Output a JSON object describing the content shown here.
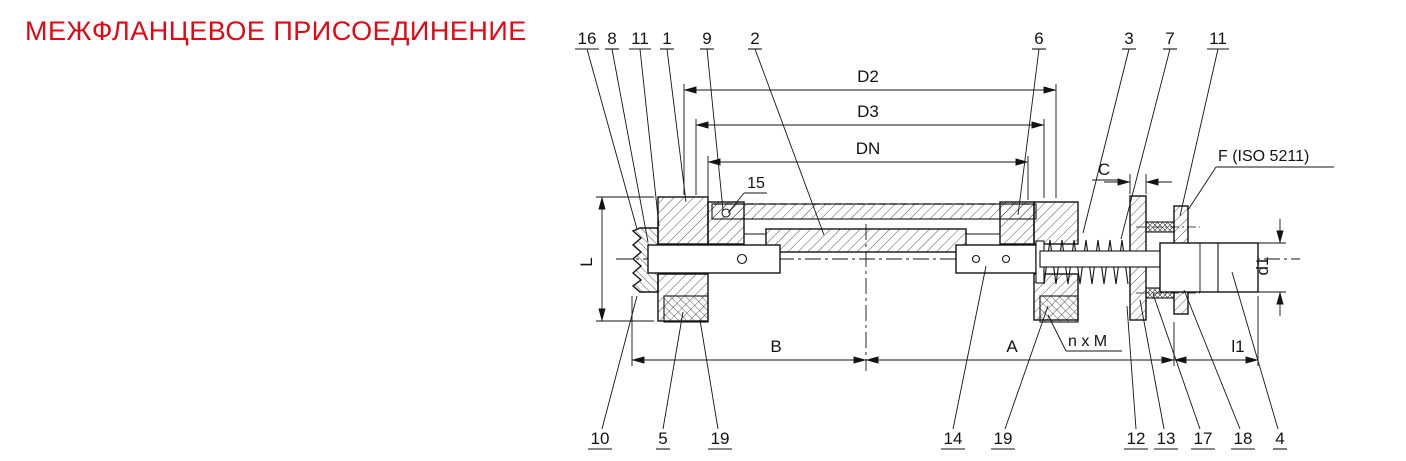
{
  "title": {
    "text": "МЕЖФЛАНЦЕВОЕ ПРИСОЕДИНЕНИЕ",
    "color": "#e30613"
  },
  "line_color": "#131313",
  "dims": {
    "D2": "D2",
    "D3": "D3",
    "DN": "DN",
    "C": "C",
    "F": "F (ISO 5211)",
    "L": "L",
    "d1": "d1",
    "B": "B",
    "A": "A",
    "l1": "l1",
    "nxM": "n x M"
  },
  "callouts": {
    "top": [
      "16",
      "8",
      "11",
      "1",
      "9",
      "2",
      "6",
      "3",
      "7",
      "11"
    ],
    "mid": "15",
    "bottom": [
      "10",
      "5",
      "19",
      "14",
      "19",
      "12",
      "13",
      "17",
      "18",
      "4"
    ]
  }
}
